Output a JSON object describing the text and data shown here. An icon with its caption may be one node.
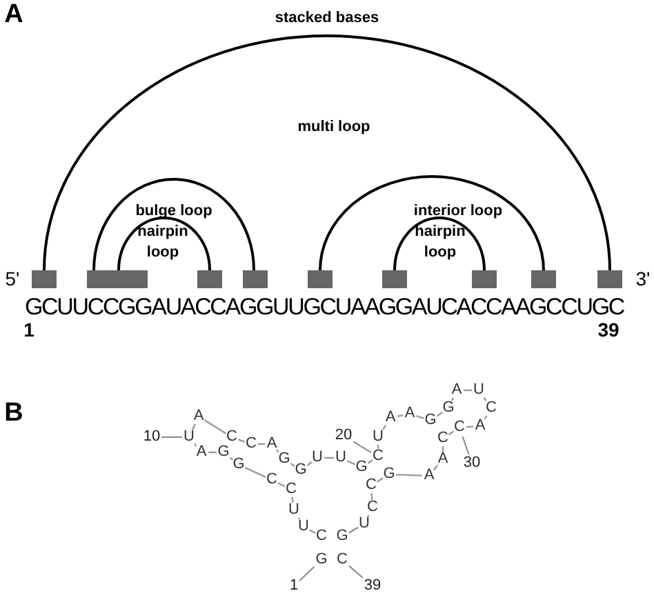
{
  "diagram": {
    "nodes": [
      {
        "text": [
          "10"
        ]
      },
      {
        "text": [
          "U"
        ]
      },
      {
        "text": [
          "20"
        ]
      },
      {
        "text": [
          "C"
        ]
      },
      {
        "text": [
          "30"
        ]
      },
      {
        "text": [
          "C"
        ]
      },
      {
        "text": [
          "1"
        ]
      },
      {
        "text": [
          "G"
        ]
      },
      {
        "text": [
          "39"
        ]
      },
      {
        "text": [
          "C"
        ]
      }
    ],
    "edges": [
      {
        "from": 0,
        "to": 1,
        "arrow": "none"
      },
      {
        "from": 2,
        "to": 3,
        "arrow": "none"
      },
      {
        "from": 4,
        "to": 5,
        "arrow": "none"
      },
      {
        "from": 6,
        "to": 7,
        "arrow": "none"
      },
      {
        "from": 8,
        "to": 9,
        "arrow": "none"
      }
    ],
    "labels": [
      "A",
      "stacked bases",
      "multi loop",
      "bulge loop",
      "hairpin loop",
      "interior loop",
      "hairpin loop",
      "5'",
      "GCUUCCGGAUACCAGGUUGCUAAGGAUCACCAAGCCUGC",
      "3'",
      "1",
      "39",
      "B",
      "C",
      "U",
      "U",
      "C",
      "C",
      "G",
      "G",
      "A",
      "A",
      "C",
      "C",
      "A",
      "G",
      "G",
      "U",
      "U",
      "G",
      "U",
      "A",
      "A",
      "G",
      "G",
      "A",
      "U",
      "C",
      "A",
      "C",
      "A",
      "A",
      "G",
      "C",
      "C",
      "U",
      "G"
    ]
  }
}
